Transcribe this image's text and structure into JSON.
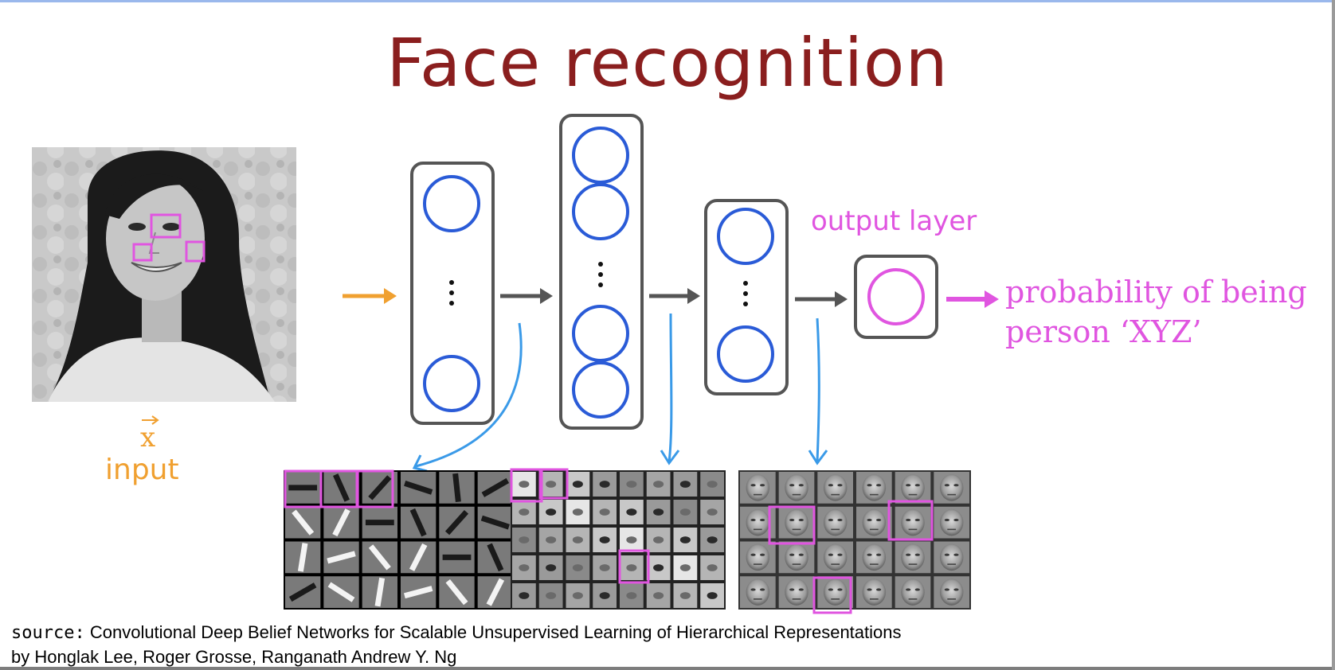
{
  "title": "Face recognition",
  "input": {
    "variable": "x",
    "label": "input"
  },
  "output_layer_label": "output layer",
  "output_description_line1": "probability of being",
  "output_description_line2": "person ‘XYZ’",
  "source": {
    "prefix": "source:",
    "line1": "Convolutional Deep Belief Networks for Scalable Unsupervised Learning of Hierarchical Representations",
    "line2": "by Honglak Lee, Roger Grosse, Ranganath Andrew Y. Ng"
  },
  "colors": {
    "title": "#8a1e1e",
    "input_arrow": "#f0a030",
    "neuron": "#2a5bd7",
    "layer_box": "#555555",
    "annotation": "#e055e0",
    "feature_arrow": "#3a9ae8",
    "layer_arrow": "#555555"
  },
  "network": {
    "layers": [
      {
        "name": "hidden-layer-1",
        "neurons_shown": 2,
        "has_ellipsis": true
      },
      {
        "name": "hidden-layer-2",
        "neurons_shown": 4,
        "has_ellipsis": true
      },
      {
        "name": "hidden-layer-3",
        "neurons_shown": 2,
        "has_ellipsis": true
      },
      {
        "name": "output-layer",
        "neurons_shown": 1,
        "has_ellipsis": false
      }
    ]
  },
  "feature_panels": [
    {
      "name": "edge-features",
      "rows": 4,
      "cols": 6
    },
    {
      "name": "face-part-features",
      "rows": 5,
      "cols": 8
    },
    {
      "name": "face-features",
      "rows": 4,
      "cols": 6
    }
  ]
}
